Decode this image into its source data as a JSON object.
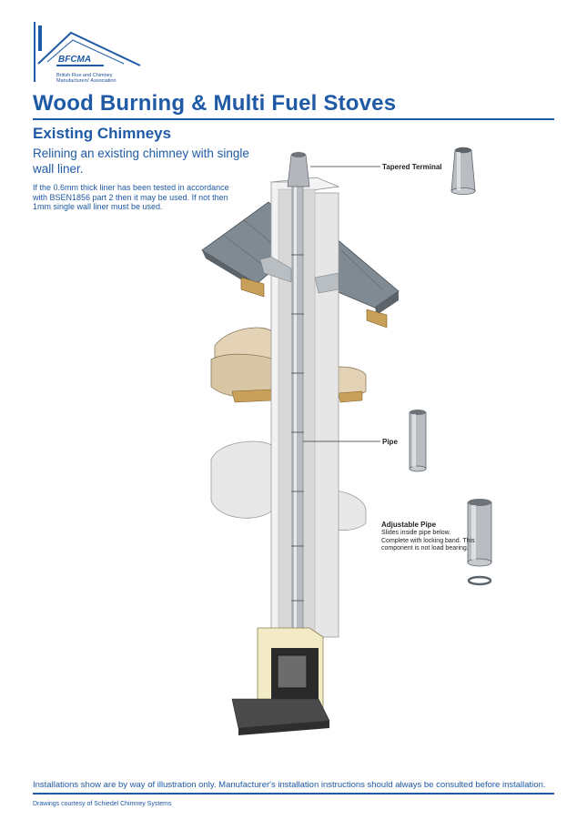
{
  "logo": {
    "acronym": "BFCMA",
    "org_name": "British Flue and Chimney Manufacturers' Association",
    "brand_color": "#1f5aa6"
  },
  "header": {
    "title": "Wood Burning & Multi Fuel Stoves"
  },
  "section": {
    "subtitle": "Existing Chimneys",
    "lead": "Relining an existing chimney with single wall liner.",
    "note": "If the 0.6mm thick liner has been tested in accordance with BSEN1856 part 2 then it may be used. If not then 1mm single wall liner must be used."
  },
  "callouts": {
    "tapered_terminal": "Tapered Terminal",
    "pipe": "Pipe",
    "adjustable_pipe_title": "Adjustable Pipe",
    "adjustable_pipe_desc": "Slides inside pipe below. Complete with locking band. This component is not load bearing."
  },
  "footer": {
    "note": "Installations show are by way of illustration only. Manufacturer's installation instructions should always be consulted before installation.",
    "credit": "Drawings courtesy of Schiedel Chimney Systems"
  },
  "colors": {
    "accent": "#1f5aa6",
    "roof": "#7f8a92",
    "timber": "#c9a05a",
    "floor": "#e3d2b6",
    "stove_frame": "#f2ebc6"
  }
}
